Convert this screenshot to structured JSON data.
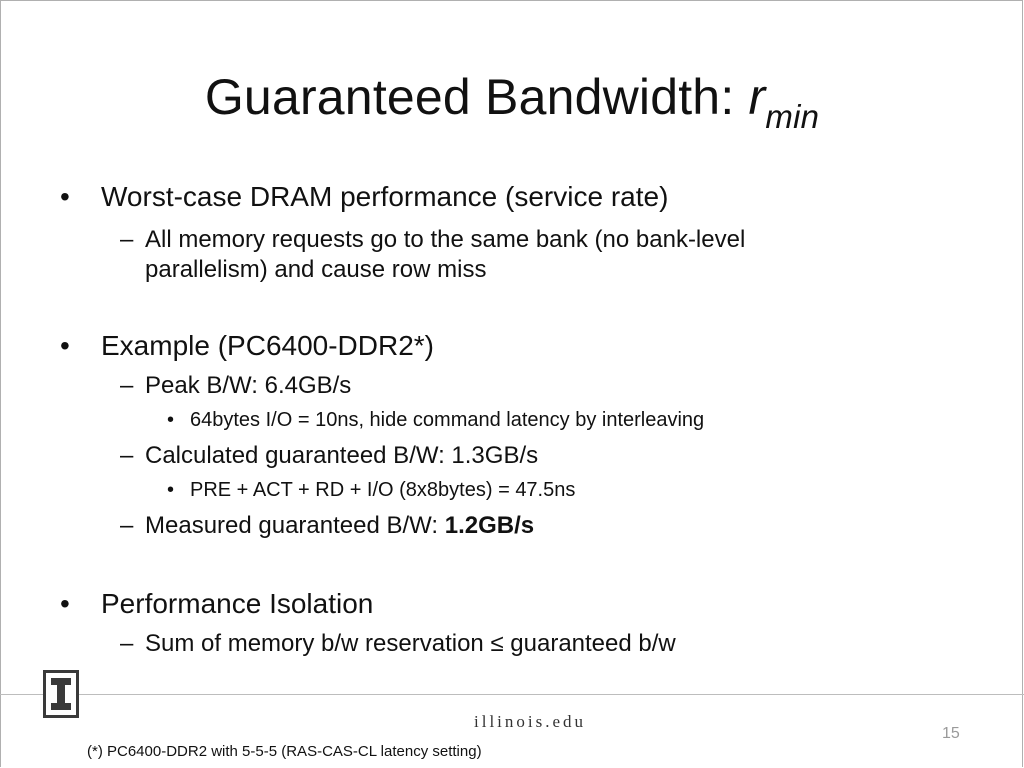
{
  "title": {
    "main": "Guaranteed Bandwidth: ",
    "var": "r",
    "sub": "min"
  },
  "bullets": {
    "worst_case": {
      "text": "Worst-case DRAM performance (service rate)",
      "sub": [
        {
          "line1": "All memory requests go to the same bank (no bank-level",
          "line2": "parallelism) and  cause row miss"
        }
      ]
    },
    "example": {
      "text": "Example (PC6400-DDR2*)",
      "peak": "Peak B/W: 6.4GB/s",
      "peak_detail": "64bytes I/O = 10ns, hide command latency by interleaving",
      "calculated": "Calculated guaranteed B/W:  1.3GB/s",
      "calculated_detail": "PRE + ACT + RD + I/O (8x8bytes) = 47.5ns",
      "measured_prefix": "Measured guaranteed B/W: ",
      "measured_value": "1.2GB/s"
    },
    "isolation": {
      "text": "Performance Isolation",
      "sub": "Sum of memory b/w reservation ≤ guaranteed b/w"
    }
  },
  "glyphs": {
    "bullet": "•",
    "dash": "–"
  },
  "footer": {
    "brand": "illinois.edu",
    "page_number": "15",
    "footnote": "(*) PC6400-DDR2 with 5-5-5 (RAS-CAS-CL latency setting)",
    "logo_icon": "illinois-block-i-icon",
    "logo_letter": "I"
  }
}
